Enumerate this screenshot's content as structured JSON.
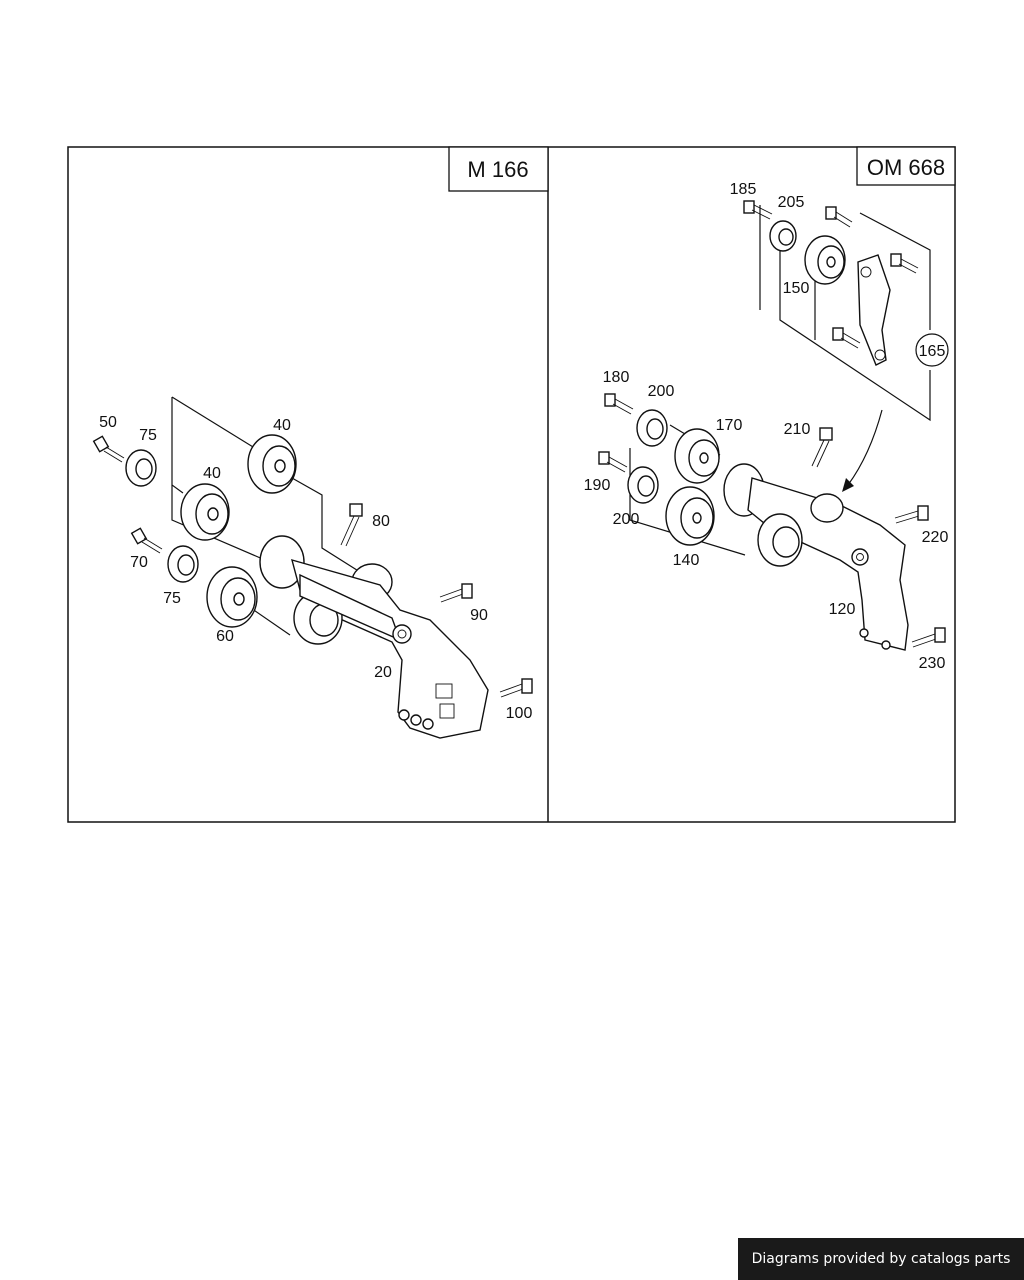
{
  "panels": [
    {
      "title": "M 166"
    },
    {
      "title": "OM 668"
    }
  ],
  "callouts": {
    "left": [
      "50",
      "75",
      "40",
      "40",
      "80",
      "70",
      "75",
      "60",
      "90",
      "20",
      "100"
    ],
    "right": [
      "185",
      "205",
      "150",
      "165",
      "180",
      "200",
      "170",
      "210",
      "190",
      "200",
      "140",
      "220",
      "120",
      "230"
    ]
  },
  "footer": {
    "text": "Diagrams provided by catalogs parts"
  }
}
